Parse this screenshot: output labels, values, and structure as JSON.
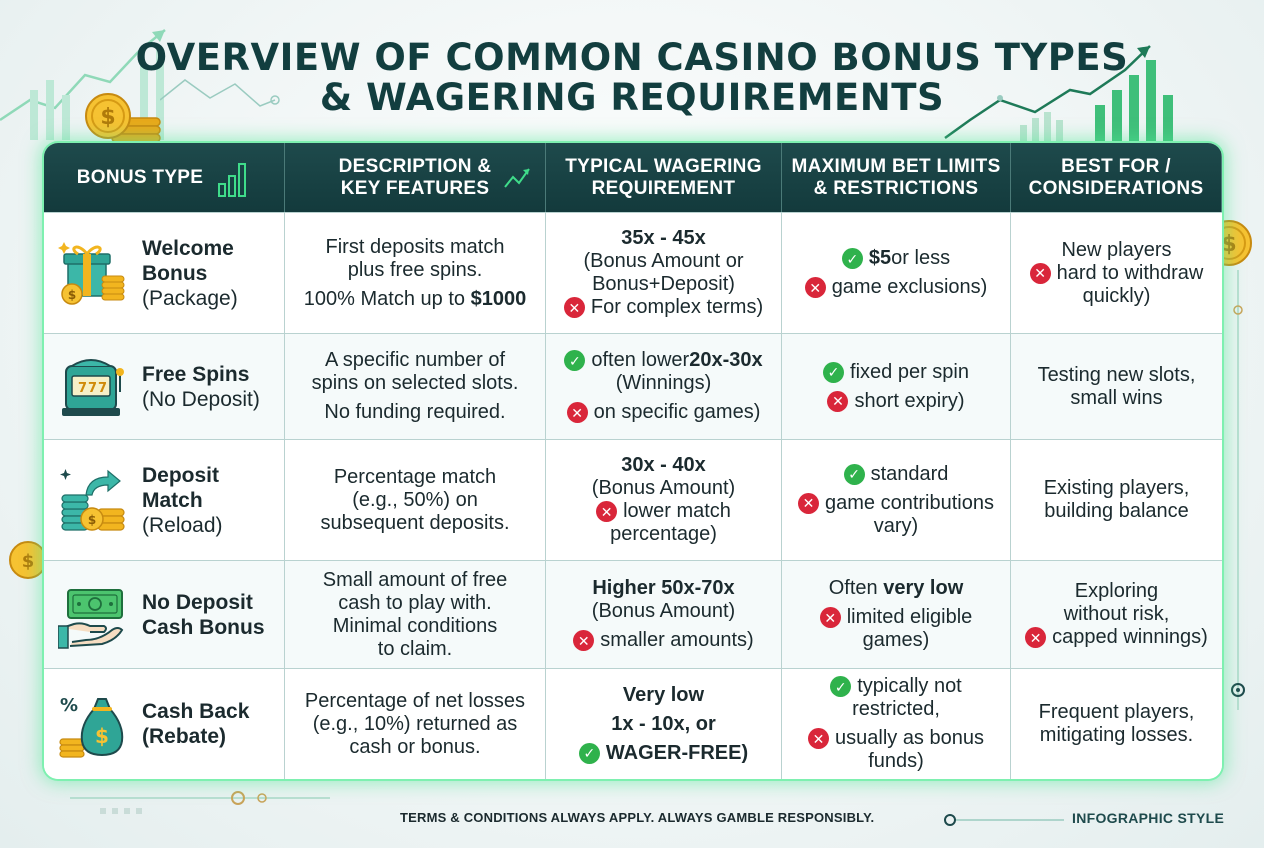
{
  "title": {
    "line1": "OVERVIEW OF COMMON CASINO BONUS TYPES",
    "line2": "& WAGERING REQUIREMENTS"
  },
  "headers": {
    "bonus_type": "BONUS TYPE",
    "description_1": "DESCRIPTION &",
    "description_2": "KEY FEATURES",
    "wagering_1": "TYPICAL WAGERING",
    "wagering_2": "REQUIREMENT",
    "limits_1": "MAXIMUM BET LIMITS",
    "limits_2": "& RESTRICTIONS",
    "best_1": "BEST FOR /",
    "best_2": "CONSIDERATIONS"
  },
  "rows": [
    {
      "name_1": "Welcome",
      "name_2": "Bonus",
      "sub": "(Package)",
      "icon": "gift-coins-icon",
      "desc": [
        "First deposits match",
        "plus free spins.",
        "100% Match up to ",
        "$1000"
      ],
      "wager": [
        "35x - 45x",
        "(Bonus Amount or",
        "Bonus+Deposit)",
        "For complex terms)"
      ],
      "limits": [
        "$5",
        " or less",
        "game exclusions)"
      ],
      "best": [
        "New players",
        "hard to withdraw",
        "quickly)"
      ]
    },
    {
      "name_1": "Free Spins",
      "sub": "(No Deposit)",
      "icon": "slot-machine-icon",
      "desc": [
        "A specific number of",
        "spins on selected slots.",
        "No funding required."
      ],
      "wager": [
        "often lower ",
        "20x-30x",
        "(Winnings)",
        "on specific games)"
      ],
      "limits": [
        "fixed per spin",
        "short expiry)"
      ],
      "best": [
        "Testing new slots,",
        "small wins"
      ]
    },
    {
      "name_1": "Deposit",
      "name_2": "Match",
      "sub": "(Reload)",
      "icon": "coins-arrow-icon",
      "desc": [
        "Percentage match",
        "(e.g., 50%) on",
        "subsequent deposits."
      ],
      "wager": [
        "30x - 40x",
        "(Bonus Amount)",
        "lower match",
        "percentage)"
      ],
      "limits": [
        "standard",
        "game contributions",
        "vary)"
      ],
      "best": [
        "Existing players,",
        "building balance"
      ]
    },
    {
      "name_1": "No Deposit",
      "name_2": "Cash Bonus",
      "icon": "hand-cash-icon",
      "desc": [
        "Small amount of free",
        "cash to play with.",
        "Minimal conditions",
        "to claim."
      ],
      "wager": [
        "Higher ",
        "50x-70x",
        "(Bonus Amount)",
        "smaller amounts)"
      ],
      "limits": [
        "Often ",
        "very low",
        "limited eligible",
        "games)"
      ],
      "best": [
        "Exploring",
        "without risk,",
        "capped winnings)"
      ]
    },
    {
      "name_1": "Cash Back",
      "name_2": "(Rebate)",
      "icon": "money-bag-icon",
      "desc": [
        "Percentage of net losses",
        "(e.g., 10%) returned as",
        "cash or bonus."
      ],
      "wager": [
        "Very low",
        "1x - 10x, or",
        "WAGER-FREE)"
      ],
      "limits": [
        "typically not",
        "restricted,",
        "usually as bonus",
        "funds)"
      ],
      "best": [
        "Frequent players,",
        "mitigating losses."
      ]
    }
  ],
  "footer": {
    "disclaimer": "TERMS & CONDITIONS ALWAYS APPLY. ALWAYS GAMBLE RESPONSIBLY.",
    "style_label": "INFOGRAPHIC STYLE"
  },
  "colors": {
    "header_bg": "#1e4a4c",
    "title": "#123e3f",
    "glow": "#7ef0b0",
    "check": "#2fb24c",
    "cross": "#d9263a",
    "coin": "#f2b51f"
  }
}
